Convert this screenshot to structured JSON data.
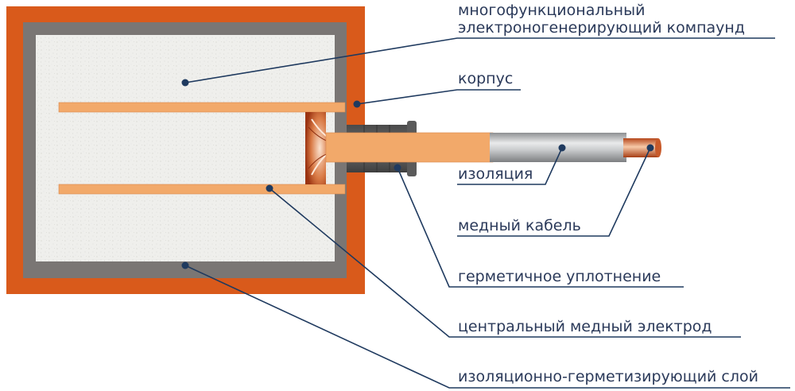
{
  "colors": {
    "housing": "#d95a1b",
    "seal_layer": "#7a7674",
    "compound": "#efefec",
    "copper": "#f2a96a",
    "copper_dark": "#c8562a",
    "insulation": "#bfc1c3",
    "leader": "#1f3a5f",
    "label_text": "#2b3a5a"
  },
  "labels": {
    "compound_line1": "многофункциональный",
    "compound_line2": "электроногенерирующий компаунд",
    "housing": "корпус",
    "insulation": "изоляция",
    "copper_cable": "медный кабель",
    "hermetic_seal": "герметичное уплотнение",
    "central_electrode": "центральный медный электрод",
    "seal_layer": "изоляционно-герметизирующий слой"
  }
}
